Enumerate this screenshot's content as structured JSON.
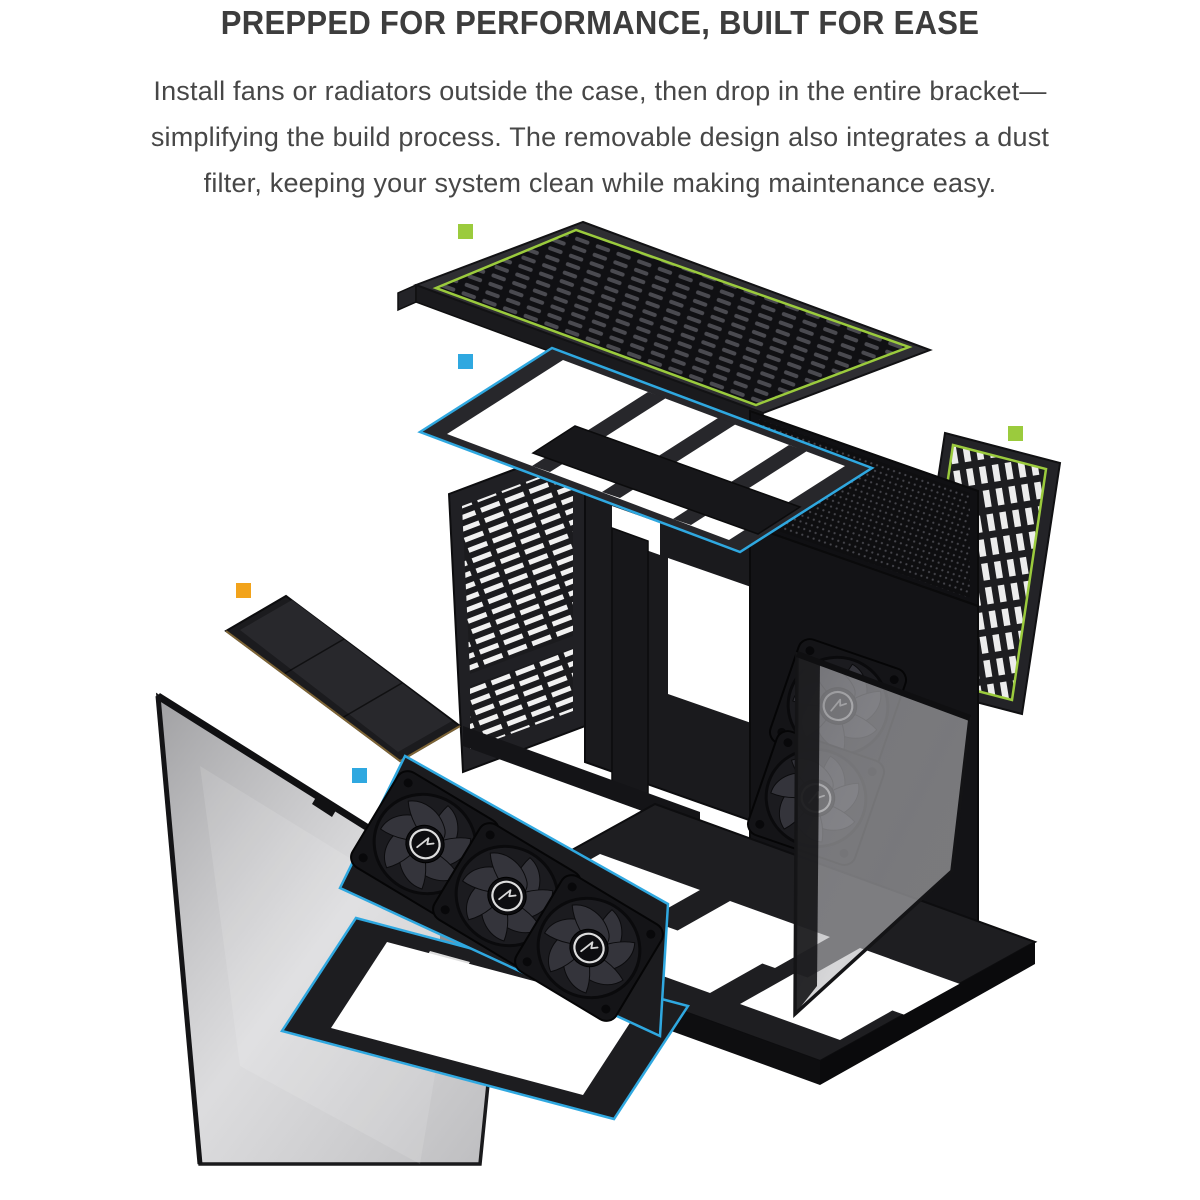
{
  "header": {
    "title": "PREPPED FOR PERFORMANCE, BUILT FOR EASE",
    "body": "Install fans or radiators outside the case, then drop in the entire bracket—simplifying the build process. The removable design also integrates a dust filter, keeping your system clean while making maintenance easy."
  },
  "diagram": {
    "description": "Exploded view of a black PC case showing removable fan and radiator brackets, mesh panels, dust filters and tempered glass panels",
    "legend": {
      "green": "#9BCB3D",
      "blue": "#2FA8E0",
      "orange": "#F2A31B"
    },
    "colors": {
      "chassis_dark": "#1a1a1d",
      "panel_dark": "#2e2e32",
      "glass_tint": "#9b9b9e",
      "background": "#ffffff"
    },
    "parts": [
      {
        "name": "top-mesh-panel",
        "highlight": "green"
      },
      {
        "name": "top-fan-bracket",
        "highlight": "blue"
      },
      {
        "name": "side-mesh-panel",
        "highlight": "green"
      },
      {
        "name": "bottom-dust-filter",
        "highlight": "orange"
      },
      {
        "name": "bottom-fan-bracket-with-fans",
        "highlight": "blue"
      },
      {
        "name": "bottom-bracket-frame",
        "highlight": "blue"
      },
      {
        "name": "main-chassis",
        "highlight": ""
      },
      {
        "name": "side-fans",
        "highlight": ""
      },
      {
        "name": "left-glass-panel",
        "highlight": ""
      },
      {
        "name": "front-glass-panel",
        "highlight": ""
      }
    ]
  }
}
